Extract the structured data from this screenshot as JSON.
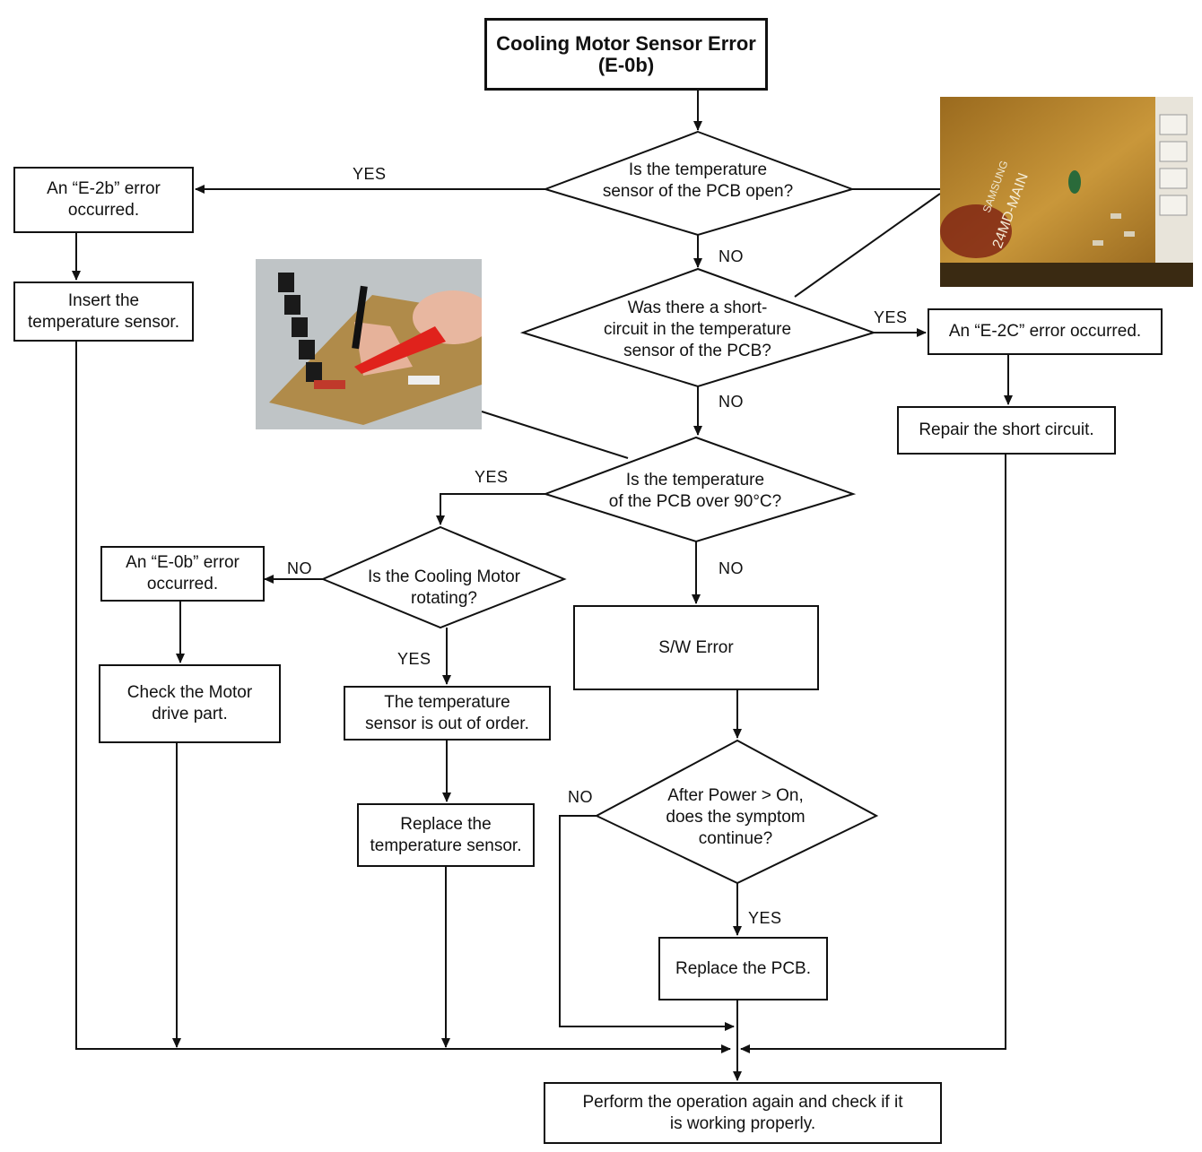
{
  "title": "Cooling Motor Sensor Error (E-0b)",
  "decisions": {
    "sensor_open": [
      "Is the temperature",
      "sensor of the PCB open?"
    ],
    "short_circuit": [
      "Was there a short-",
      "circuit in the temperature",
      "sensor of the PCB?"
    ],
    "temp_over": [
      "Is the temperature",
      "of the PCB over 90°C?"
    ],
    "motor_rotating": [
      "Is the Cooling Motor",
      "rotating?"
    ],
    "power_on": [
      "After Power > On,",
      "does the symptom",
      "continue?"
    ]
  },
  "boxes": {
    "e2b_error": [
      "An “E-2b” error",
      "occurred."
    ],
    "insert_sensor": [
      "Insert the",
      "temperature sensor."
    ],
    "e2c_error": [
      "An “E-2C” error occurred."
    ],
    "repair_short": [
      "Repair the short circuit."
    ],
    "e0b_error": [
      "An “E-0b” error",
      "occurred."
    ],
    "check_motor": [
      "Check the Motor",
      "drive part."
    ],
    "sensor_out": [
      "The temperature",
      "sensor is out of order."
    ],
    "replace_sensor": [
      "Replace the",
      "temperature sensor."
    ],
    "sw_error": [
      "S/W Error"
    ],
    "replace_pcb": [
      "Replace the PCB."
    ],
    "perform_again": [
      "Perform the operation again and check if it",
      "is working properly."
    ]
  },
  "labels": {
    "yes_e2b": "YES",
    "no_1": "NO",
    "yes_e2c": "YES",
    "no_2": "NO",
    "yes_temp": "YES",
    "no_temp": "NO",
    "no_motor": "NO",
    "yes_motor": "YES",
    "no_power": "NO",
    "yes_power": "YES"
  },
  "photo_pcb": {
    "board_text": "SAMSUNG",
    "label_text": "24MD-MAIN"
  },
  "colors": {
    "pcb_board": "#b8862e",
    "probe_red": "#e0221c"
  }
}
